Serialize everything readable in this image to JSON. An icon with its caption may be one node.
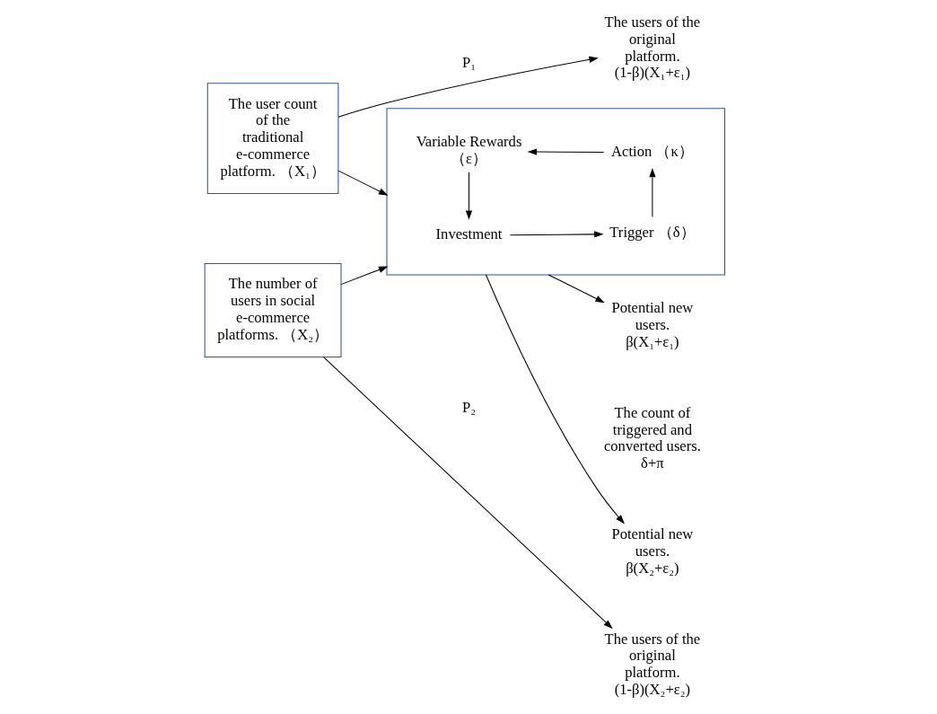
{
  "diagram": {
    "nodes": [
      {
        "text": [
          "The user count of the traditional e-commerce platform. （X₁）"
        ]
      },
      {
        "text": [
          "The number of users in social e-commerce platforms. （X₂）"
        ]
      },
      {
        "text": [],
        "shape": "box"
      },
      {
        "text": [
          "Investment"
        ],
        "in": 2
      },
      {
        "text": [
          "Trigger （δ）"
        ],
        "in": 2
      },
      {
        "text": [
          "Action （κ）"
        ],
        "in": 2
      },
      {
        "text": [
          "Variable Rewards （ε）"
        ],
        "in": 2
      },
      {
        "text": [
          "The users of the original platform.",
          "(1-β)(X₁+ε₁)"
        ]
      },
      {
        "text": [
          "Potential new users.",
          "β(X₁+ε₁)"
        ]
      },
      {
        "text": [
          "The count of triggered and converted users.",
          "δ+π"
        ]
      },
      {
        "text": [
          "Potential new users.",
          "β(X₂+ε₂)"
        ]
      },
      {
        "text": [
          "The users of the original platform.",
          "(1-β)(X₂+ε₂)"
        ]
      }
    ],
    "edges": [
      {
        "from": 0,
        "to": 7,
        "arrow": "to",
        "label": "P₁"
      },
      {
        "from": 0,
        "to": 2,
        "arrow": "to"
      },
      {
        "from": 1,
        "to": 2,
        "arrow": "to"
      },
      {
        "from": 1,
        "to": 11,
        "arrow": "to",
        "label": "P₂"
      },
      {
        "from": 2,
        "to": 8,
        "arrow": "to"
      },
      {
        "from": 2,
        "to": 10,
        "arrow": "to"
      },
      {
        "from": 3,
        "to": 4,
        "arrow": "to"
      },
      {
        "from": 4,
        "to": 5,
        "arrow": "to"
      },
      {
        "from": 5,
        "to": 6,
        "arrow": "to"
      },
      {
        "from": 6,
        "to": 3,
        "arrow": "to"
      }
    ]
  }
}
